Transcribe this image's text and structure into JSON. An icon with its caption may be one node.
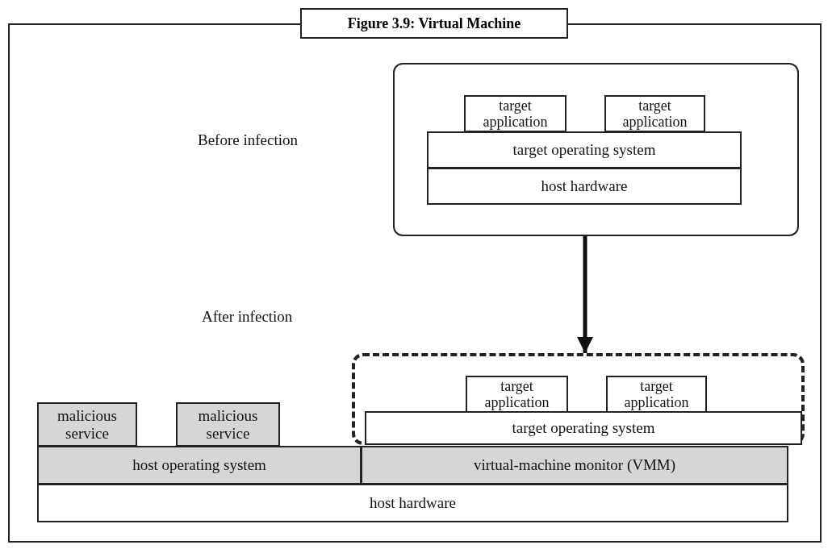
{
  "diagram": {
    "title": "Figure 3.9: Virtual Machine",
    "nodes": [
      {
        "text": [],
        "shape": "box"
      },
      {
        "text": [
          "target application"
        ],
        "in": 0
      },
      {
        "text": [
          "target application"
        ],
        "in": 0
      },
      {
        "text": [
          "target operating system"
        ],
        "in": 0
      },
      {
        "text": [
          "host hardware"
        ],
        "in": 0
      },
      {
        "text": [],
        "shape": "box"
      },
      {
        "text": [
          "target application"
        ],
        "in": 5
      },
      {
        "text": [
          "target application"
        ],
        "in": 5
      },
      {
        "text": [
          "target operating system"
        ],
        "in": 5
      },
      {
        "text": [
          "malicious service"
        ]
      },
      {
        "text": [
          "malicious service"
        ]
      },
      {
        "text": [
          "host operating system"
        ]
      },
      {
        "text": [
          "virtual-machine monitor (VMM)"
        ]
      },
      {
        "text": [
          "host hardware"
        ]
      }
    ],
    "edges": [
      {
        "from": 0,
        "to": 5,
        "arrow": "to"
      }
    ],
    "labels": [
      "Before infection",
      "After infection"
    ]
  }
}
